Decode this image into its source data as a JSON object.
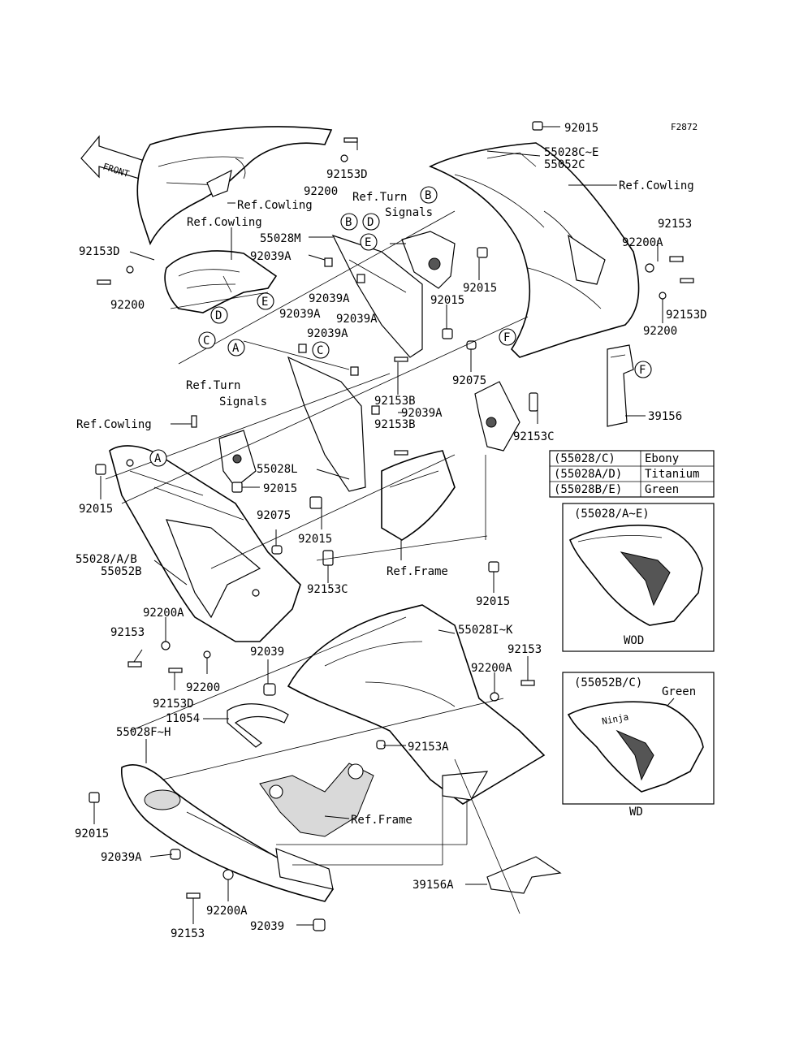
{
  "figure_code": "F2872",
  "front_arrow": "FRONT",
  "callouts": {
    "p92015_a": "92015",
    "p55028c_e": "55028C~E",
    "p55052c": "55052C",
    "ref_cowling_tr": "Ref.Cowling",
    "ref_turn_signals_1": "Ref.Turn",
    "ref_turn_signals_2": "Signals",
    "p92153d_top": "92153D",
    "p92200_top": "92200",
    "ref_cowling_tl": "Ref.Cowling",
    "ref_cowling_ml": "Ref.Cowling",
    "p92153d_left": "92153D",
    "p92200_left": "92200",
    "p55028m": "55028M",
    "p92039a_1": "92039A",
    "p92039a_2": "92039A",
    "p92039a_3": "92039A",
    "p92039a_4": "92039A",
    "p92039a_5": "92039A",
    "p92039a_6": "92039A",
    "p92015_b": "92015",
    "p92015_c": "92015",
    "p92153_r": "92153",
    "p92200a_r": "92200A",
    "p92153d_r": "92153D",
    "p92200_r": "92200",
    "p92075_a": "92075",
    "p39156": "39156",
    "p92153b_1": "92153B",
    "p92153b_2": "92153B",
    "p92153c_r": "92153C",
    "ref_turn_signals_l1": "Ref.Turn",
    "ref_turn_signals_l2": "Signals",
    "ref_cowling_l": "Ref.Cowling",
    "p92015_d": "92015",
    "p55028l": "55028L",
    "p92015_e": "92015",
    "p92075_b": "92075",
    "p92015_f": "92015",
    "p55028ab": "55028/A/B",
    "p55052b": "55052B",
    "p92153c_m": "92153C",
    "ref_frame_m": "Ref.Frame",
    "p92015_g": "92015",
    "p92200a_l": "92200A",
    "p92153_l": "92153",
    "p92039_m": "92039",
    "p92200_l2": "92200",
    "p92153d_l2": "92153D",
    "p11054": "11054",
    "p55028i_k": "55028I~K",
    "p92153_r2": "92153",
    "p92200a_r2": "92200A",
    "p55028f_h": "55028F~H",
    "p92153a": "92153A",
    "p92015_h": "92015",
    "ref_frame_b": "Ref.Frame",
    "p92039a_b": "92039A",
    "p92200a_b": "92200A",
    "p92153_b": "92153",
    "p92039_b": "92039",
    "p39156a": "39156A"
  },
  "letter_markers": {
    "a1": "A",
    "a2": "A",
    "b1": "B",
    "b2": "B",
    "c1": "C",
    "c2": "C",
    "d1": "D",
    "d2": "D",
    "e1": "E",
    "e2": "E",
    "f1": "F",
    "f2": "F"
  },
  "color_table": {
    "rows": [
      {
        "part": "(55028/C)",
        "color": "Ebony"
      },
      {
        "part": "(55028A/D)",
        "color": "Titanium"
      },
      {
        "part": "(55028B/E)",
        "color": "Green"
      }
    ]
  },
  "inset_wod": {
    "header": "(55028/A~E)",
    "caption": "WOD"
  },
  "inset_wd": {
    "header": "(55052B/C)",
    "note": "Green",
    "decal": "Ninja",
    "caption": "WD"
  }
}
